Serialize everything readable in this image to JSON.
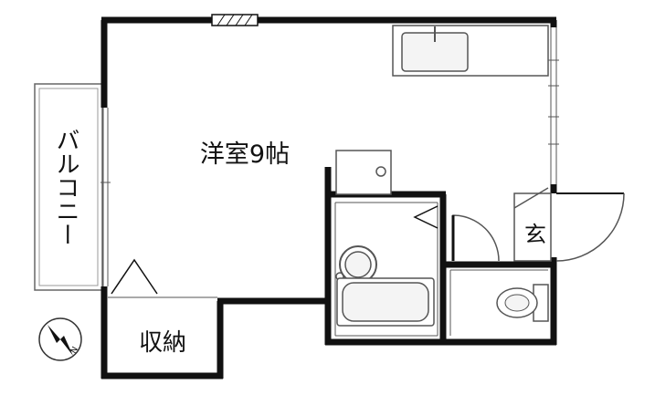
{
  "floor_plan": {
    "rooms": {
      "western_room": {
        "label": "洋室9帖"
      },
      "balcony": {
        "label": "バルコニー"
      },
      "storage": {
        "label": "収納"
      },
      "entrance": {
        "label": "玄"
      }
    },
    "compass": {
      "marker": "N"
    },
    "colors": {
      "wall": "#111111",
      "fixture_line": "#555555",
      "fixture_fill": "#f4f4f4",
      "background": "#ffffff"
    }
  }
}
